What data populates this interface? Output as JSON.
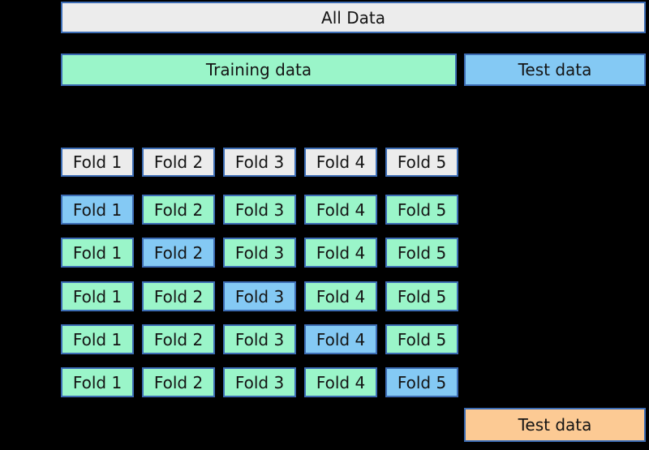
{
  "colors": {
    "background": "#000000",
    "border_color": "#3c6cb4",
    "alldata_fill": "#ececec",
    "header_fill": "#ececec",
    "train_fill": "#9af5c9",
    "test_fill": "#84c9f4",
    "finaltest_fill": "#fcca94",
    "text_color": "#141414"
  },
  "top": {
    "all_data_label": "All Data",
    "all_data_variant": "alldata",
    "training_label": "Training data",
    "training_variant": "train",
    "test_label": "Test data",
    "test_variant": "test"
  },
  "fold_header": {
    "variant": "header",
    "cells": [
      {
        "label": "Fold 1"
      },
      {
        "label": "Fold 2"
      },
      {
        "label": "Fold 3"
      },
      {
        "label": "Fold 4"
      },
      {
        "label": "Fold 5"
      }
    ]
  },
  "cv_grid": {
    "rows": [
      {
        "cells": [
          {
            "label": "Fold 1",
            "variant": "test"
          },
          {
            "label": "Fold 2",
            "variant": "train"
          },
          {
            "label": "Fold 3",
            "variant": "train"
          },
          {
            "label": "Fold 4",
            "variant": "train"
          },
          {
            "label": "Fold 5",
            "variant": "train"
          }
        ]
      },
      {
        "cells": [
          {
            "label": "Fold 1",
            "variant": "train"
          },
          {
            "label": "Fold 2",
            "variant": "test"
          },
          {
            "label": "Fold 3",
            "variant": "train"
          },
          {
            "label": "Fold 4",
            "variant": "train"
          },
          {
            "label": "Fold 5",
            "variant": "train"
          }
        ]
      },
      {
        "cells": [
          {
            "label": "Fold 1",
            "variant": "train"
          },
          {
            "label": "Fold 2",
            "variant": "train"
          },
          {
            "label": "Fold 3",
            "variant": "test"
          },
          {
            "label": "Fold 4",
            "variant": "train"
          },
          {
            "label": "Fold 5",
            "variant": "train"
          }
        ]
      },
      {
        "cells": [
          {
            "label": "Fold 1",
            "variant": "train"
          },
          {
            "label": "Fold 2",
            "variant": "train"
          },
          {
            "label": "Fold 3",
            "variant": "train"
          },
          {
            "label": "Fold 4",
            "variant": "test"
          },
          {
            "label": "Fold 5",
            "variant": "train"
          }
        ]
      },
      {
        "cells": [
          {
            "label": "Fold 1",
            "variant": "train"
          },
          {
            "label": "Fold 2",
            "variant": "train"
          },
          {
            "label": "Fold 3",
            "variant": "train"
          },
          {
            "label": "Fold 4",
            "variant": "train"
          },
          {
            "label": "Fold 5",
            "variant": "test"
          }
        ]
      }
    ]
  },
  "bottom": {
    "final_test_label": "Test data",
    "final_test_variant": "finaltest"
  }
}
